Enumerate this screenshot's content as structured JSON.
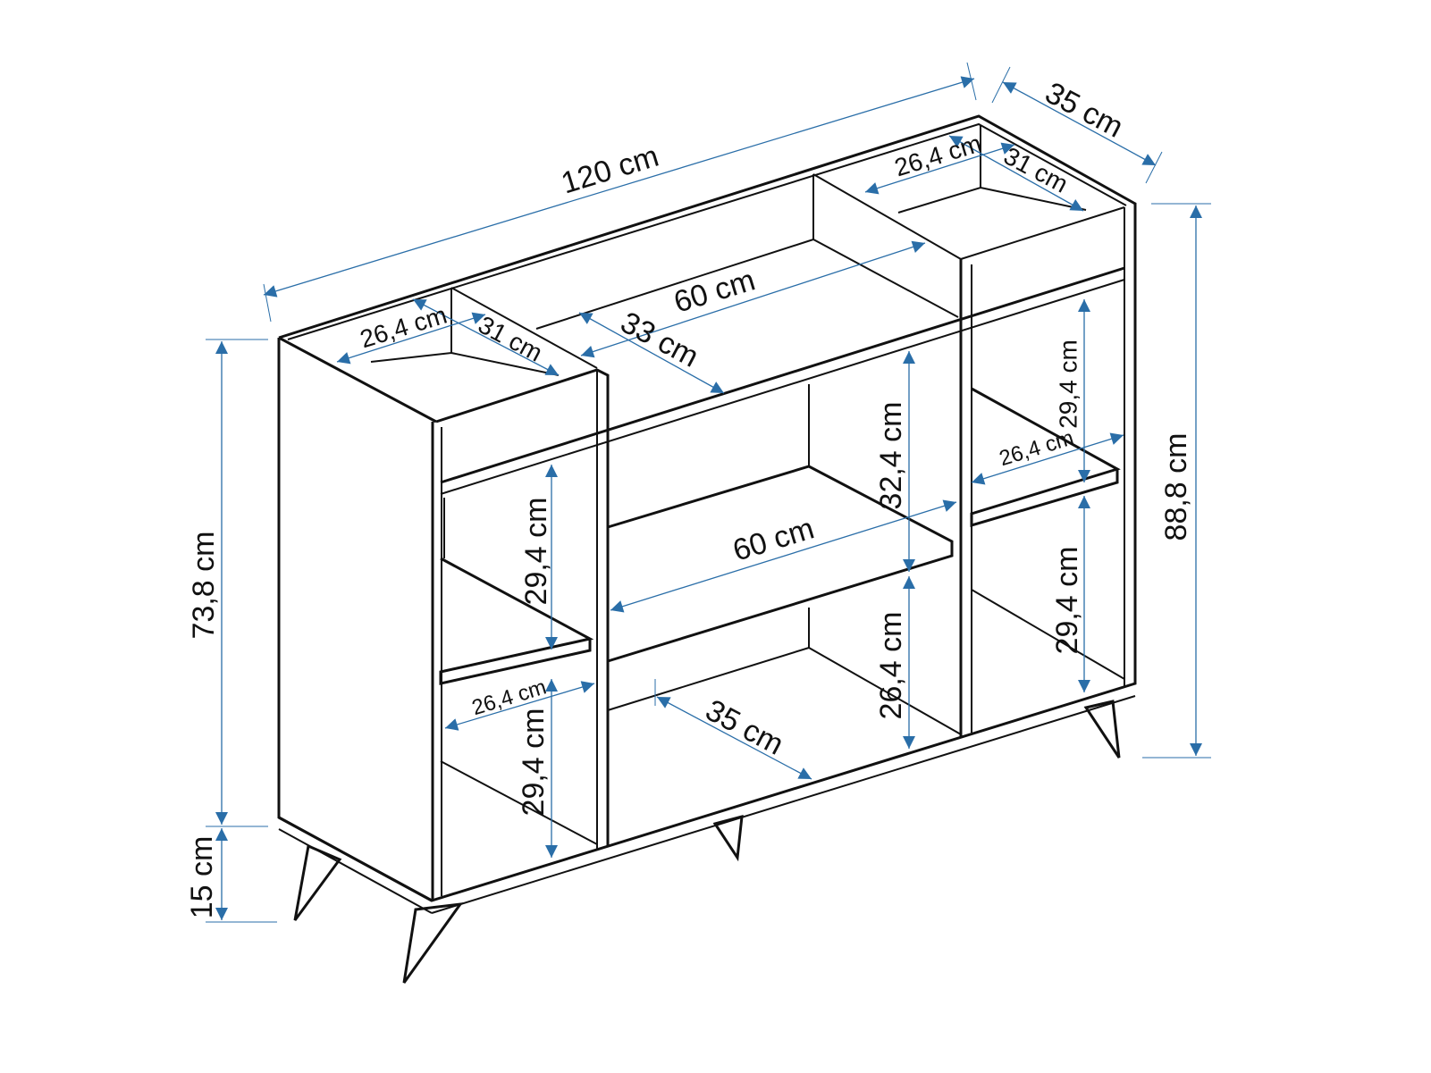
{
  "colors": {
    "dimension": "#2a6ea8",
    "outline": "#111111"
  },
  "dimensions": {
    "total_width": "120 cm",
    "total_depth": "35 cm",
    "right_box_width": "26,4 cm",
    "right_box_depth": "31 cm",
    "top_center_width": "60 cm",
    "top_center_depth": "33 cm",
    "left_box_width": "26,4 cm",
    "left_box_depth": "31 cm",
    "left_height": "73,8 cm",
    "leg_height": "15 cm",
    "total_height": "88,8 cm",
    "center_upper_height": "32,4 cm",
    "center_lower_height": "26,4 cm",
    "center_shelf_width": "60 cm",
    "center_bottom_depth": "35 cm",
    "left_upper_height": "29,4 cm",
    "left_lower_height": "29,4 cm",
    "left_lower_width": "26,4 cm",
    "right_upper_height": "29,4 cm",
    "right_lower_height": "29,4 cm",
    "right_shelf_width": "26,4 cm"
  }
}
